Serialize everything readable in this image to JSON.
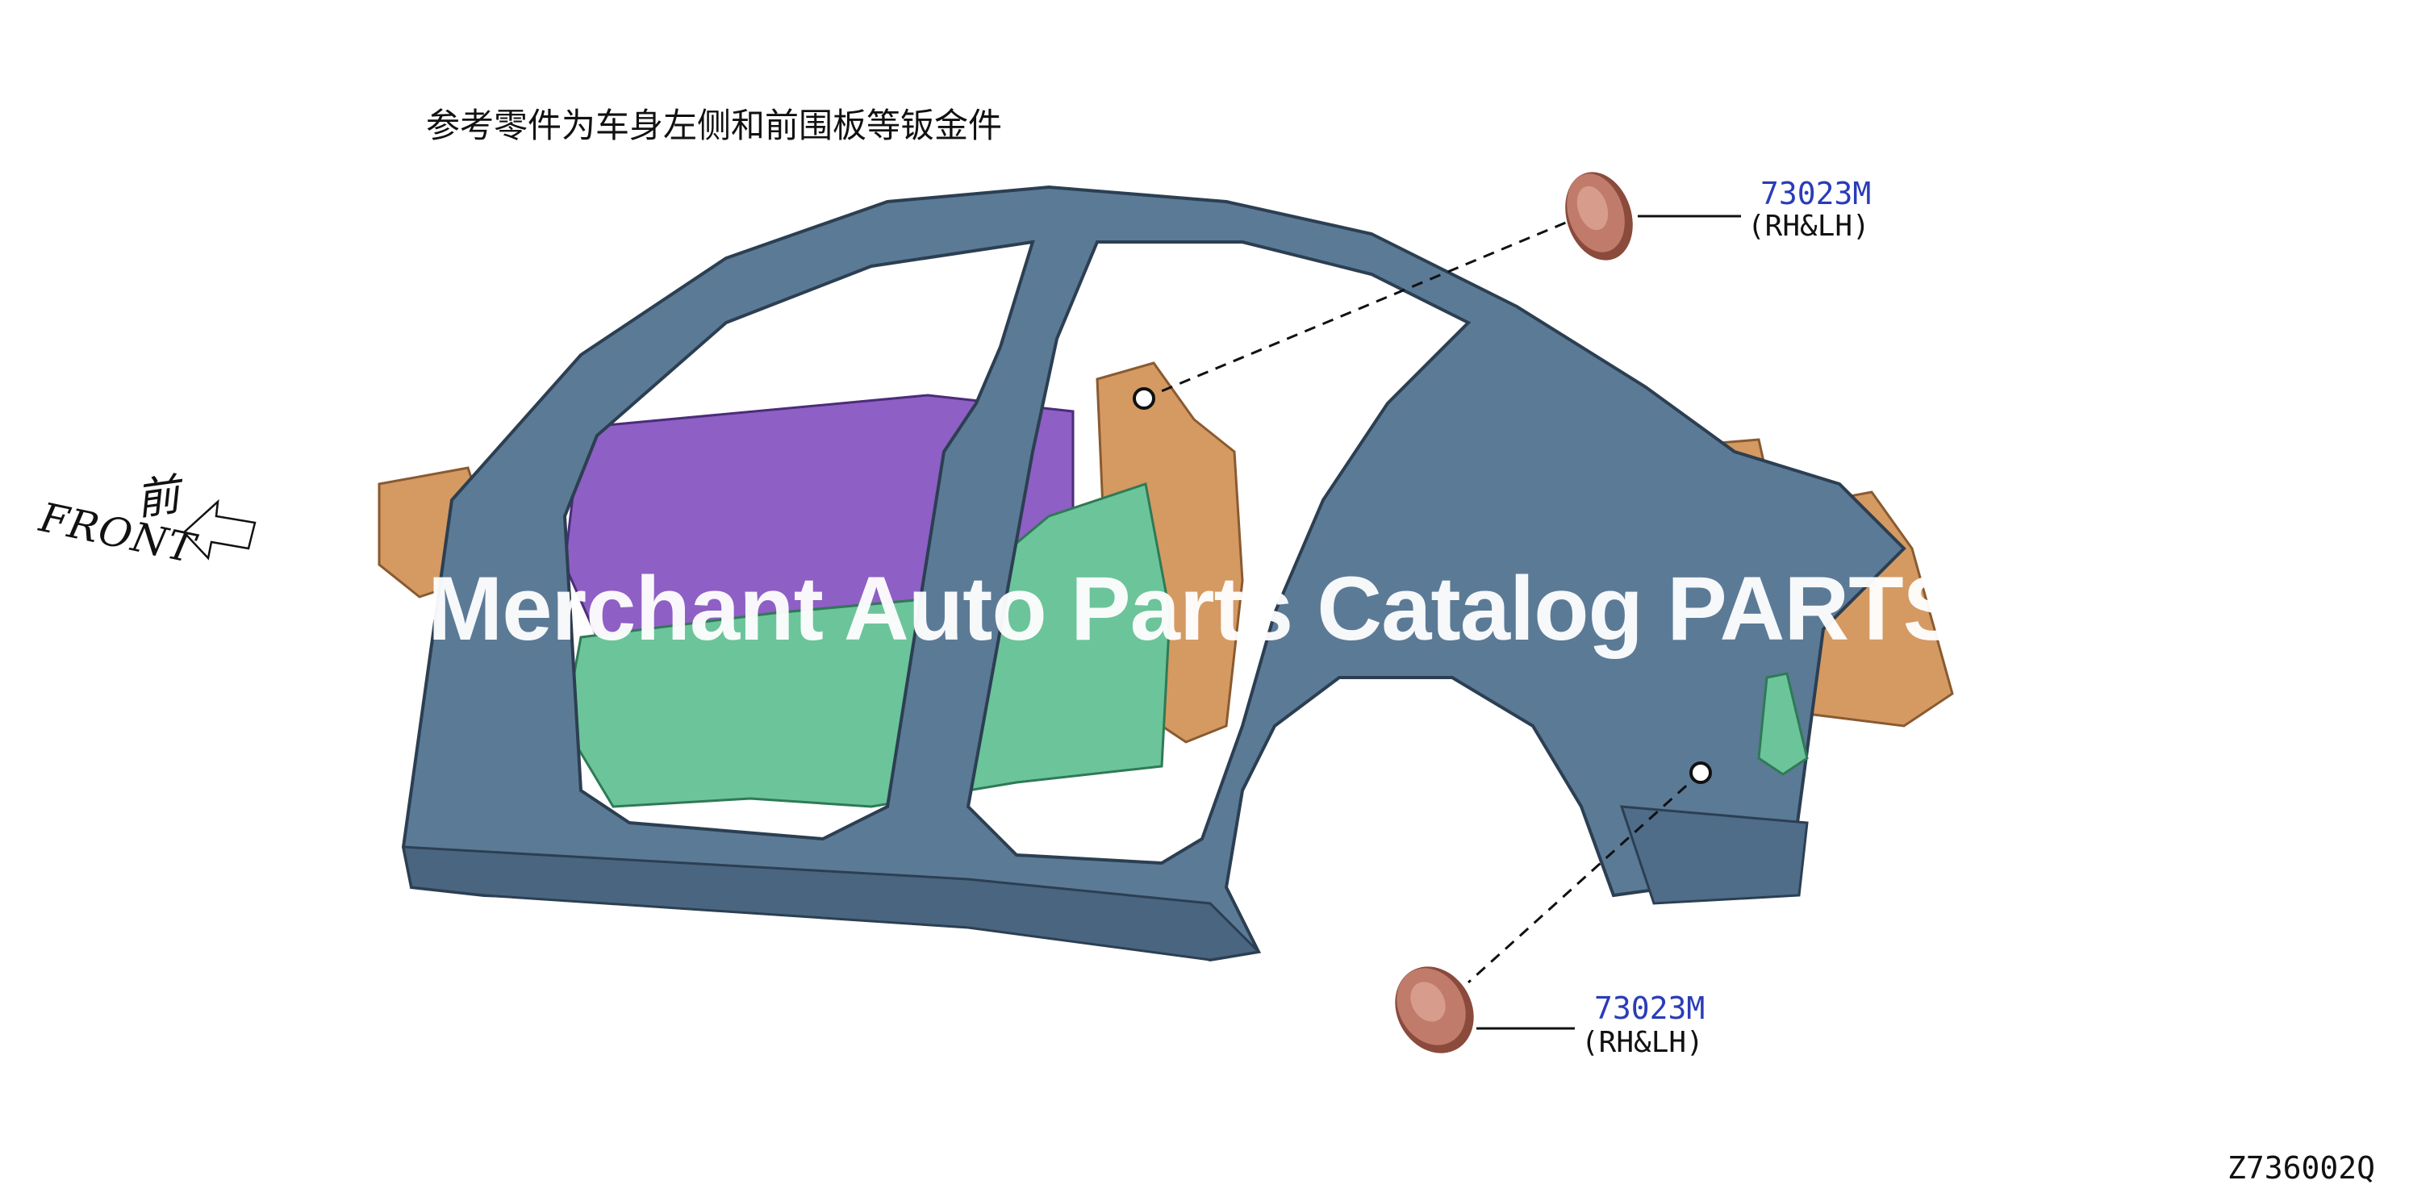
{
  "note": "参考零件为车身左侧和前围板等钣金件",
  "orientation": {
    "front_zh": "前",
    "front_en": "FRONT"
  },
  "callouts": [
    {
      "part_number": "73023M",
      "side": "(RH&LH)",
      "part_color": "#c07b6a"
    },
    {
      "part_number": "73023M",
      "side": "(RH&LH)",
      "part_color": "#c07b6a"
    }
  ],
  "watermark": "Merchant Auto Parts  Catalog PARTS",
  "diagram_code": "Z736002Q",
  "colors": {
    "body_side": "#5b7a96",
    "dash_panel": "#8e5fc4",
    "floor_panel": "#6cc49a",
    "rear_panel": "#d49a62",
    "part_number_text": "#2a3cb8"
  }
}
